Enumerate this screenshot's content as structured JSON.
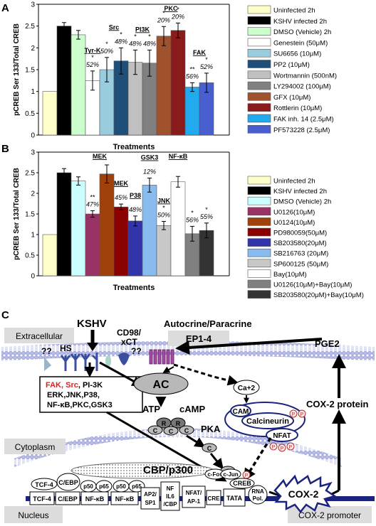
{
  "panels": {
    "a": "A",
    "b": "B",
    "c": "C"
  },
  "chart_data": [
    {
      "type": "bar",
      "panel": "A",
      "ylabel": "pCREB Ser 133/Total CREB",
      "xlabel": "Treatments",
      "ylim": [
        0,
        3
      ],
      "yticks": [
        "0",
        "0.5",
        "1",
        "1.5",
        "2",
        "2.5",
        "3"
      ],
      "error_bars": true,
      "legend_position": "right",
      "categories": [
        "Uninfected 2h",
        "KSHV infected 2h",
        "DMSO (Vehicle) 2h",
        "Genestein (50μM)",
        "SU6656 (10μM)",
        "PP2 (10μM)",
        "Wortmannin (500nM)",
        "LY294002 (100μM)",
        "GFX (10μM)",
        "Rottlerin (10μM)",
        "FAK inh. 14 (2.5μM)",
        "PF573228 (2.5μM)"
      ],
      "values": [
        1.0,
        2.5,
        2.3,
        1.25,
        1.5,
        1.7,
        1.67,
        1.65,
        2.27,
        2.4,
        1.1,
        1.2
      ],
      "errors": [
        0.0,
        0.08,
        0.1,
        0.22,
        0.28,
        0.3,
        0.28,
        0.3,
        0.22,
        0.17,
        0.1,
        0.22
      ],
      "colors": [
        "#ffffcc",
        "#000000",
        "#ccffcc",
        "#ffffff",
        "#99ccdd",
        "#1f4e79",
        "#c0c0c0",
        "#808080",
        "#a0522d",
        "#8b1a1a",
        "#22aaee",
        "#4a5fcf"
      ],
      "stars": [
        "",
        "",
        "",
        "*",
        "*",
        "*",
        "*",
        "*",
        "*",
        "*",
        "**",
        "*"
      ],
      "percents": [
        "",
        "",
        "",
        "52%",
        "50%",
        "48%",
        "48%",
        "48%",
        "20%",
        "20%",
        "56%",
        "52%"
      ],
      "group_labels": [
        {
          "text": "Tyr-K",
          "over": [
            3,
            3
          ]
        },
        {
          "text": "Src",
          "over": [
            4,
            5
          ]
        },
        {
          "text": "PI3K",
          "over": [
            6,
            7
          ]
        },
        {
          "text": "PKC",
          "over": [
            8,
            9
          ]
        },
        {
          "text": "FAK",
          "over": [
            10,
            11
          ]
        }
      ]
    },
    {
      "type": "bar",
      "panel": "B",
      "ylabel": "pCREB Ser 133/Total CREB",
      "xlabel": "Treatments",
      "ylim": [
        0,
        3
      ],
      "yticks": [
        "0",
        "0.5",
        "1",
        "1.5",
        "2",
        "2.5",
        "3"
      ],
      "error_bars": true,
      "legend_position": "right",
      "categories": [
        "Uninfected 2h",
        "KSHV infected 2h",
        "DMSO (Vehicle) 2h",
        "U0126(10μM)",
        "U0124(10μM)",
        "PD980059(50μM)",
        "SB203580(20μM)",
        "SB216763 (20μM)",
        "SP600125 (50μM)",
        "Bay(10μM)",
        "U0126(10μM)+Bay(10μM)",
        "SB203580(20μM)+Bay(10μM)"
      ],
      "values": [
        1.0,
        2.5,
        2.3,
        1.5,
        2.47,
        1.67,
        1.33,
        2.2,
        1.22,
        2.28,
        1.02,
        1.1
      ],
      "errors": [
        0.0,
        0.1,
        0.1,
        0.08,
        0.22,
        0.07,
        0.12,
        0.17,
        0.1,
        0.13,
        0.18,
        0.18
      ],
      "colors": [
        "#ffffcc",
        "#000000",
        "#ccffff",
        "#993366",
        "#a0400a",
        "#8b0000",
        "#3333aa",
        "#88bbee",
        "#c8c8c8",
        "#ffffff",
        "#808080",
        "#333333"
      ],
      "stars": [
        "",
        "",
        "",
        "**",
        "",
        "",
        "",
        "",
        "*",
        "",
        "*",
        "*"
      ],
      "percents": [
        "",
        "",
        "",
        "47%",
        "",
        "45%",
        "48%",
        "12%",
        "50%",
        "",
        "56%",
        "55%"
      ],
      "group_labels": [
        {
          "text": "MEK",
          "over": [
            3,
            4
          ]
        },
        {
          "text": "MEK",
          "over": [
            5,
            5
          ]
        },
        {
          "text": "P38",
          "over": [
            6,
            6
          ]
        },
        {
          "text": "GSK3",
          "over": [
            7,
            7
          ]
        },
        {
          "text": "JNK",
          "over": [
            8,
            8
          ]
        },
        {
          "text": "NF-κB",
          "over": [
            9,
            9
          ]
        }
      ]
    }
  ],
  "diagram": {
    "kshv": "KSHV",
    "cd98": "CD98/",
    "xct": "xCT",
    "hs": "HS",
    "unknown1": "??",
    "unknown2": "??",
    "autocrine": "Autocrine/Paracrine",
    "ep": "EP1-4",
    "pge2": "PGE2",
    "extracellular": "Extracellular",
    "kinases_red": "FAK, Src",
    "kinases_rest1": ", PI-3K",
    "kinases_line2": "ERK,JNK,P38,",
    "kinases_line3": "NF-κB,PKC,GSK3",
    "ac": "AC",
    "atp": "ATP",
    "camp": "cAMP",
    "pka": "PKA",
    "r": "R",
    "c": "C",
    "ca": "Ca+2",
    "cam": "CAM",
    "calcineurin": "Calcineurin",
    "nfat": "NFAT",
    "p": "P",
    "cox2protein": "COX-2 protein",
    "cytoplasm": "Cytoplasm",
    "cbp": "CBP/p300",
    "cfos": "c-Fos",
    "cjun": "c-Jun",
    "creb": "CREB",
    "cox2": "COX-2",
    "tcf4": "TCF-4",
    "cebp": "C/EBP",
    "p50": "p50",
    "p65": "p65",
    "nfkb": "NF-κB",
    "ap2": "AP2/",
    "sp1": "SP1",
    "nf": "NF",
    "il6": "IL6",
    "cbp_short": "/CBP",
    "nfat_ap1a": "NFAT/",
    "nfat_ap1b": "AP-1",
    "cre": "CRE",
    "tata": "TATA",
    "rna": "RNA",
    "pol": "Pol.",
    "nucleus": "Nucleus",
    "promoter": "COX-2 promoter"
  }
}
